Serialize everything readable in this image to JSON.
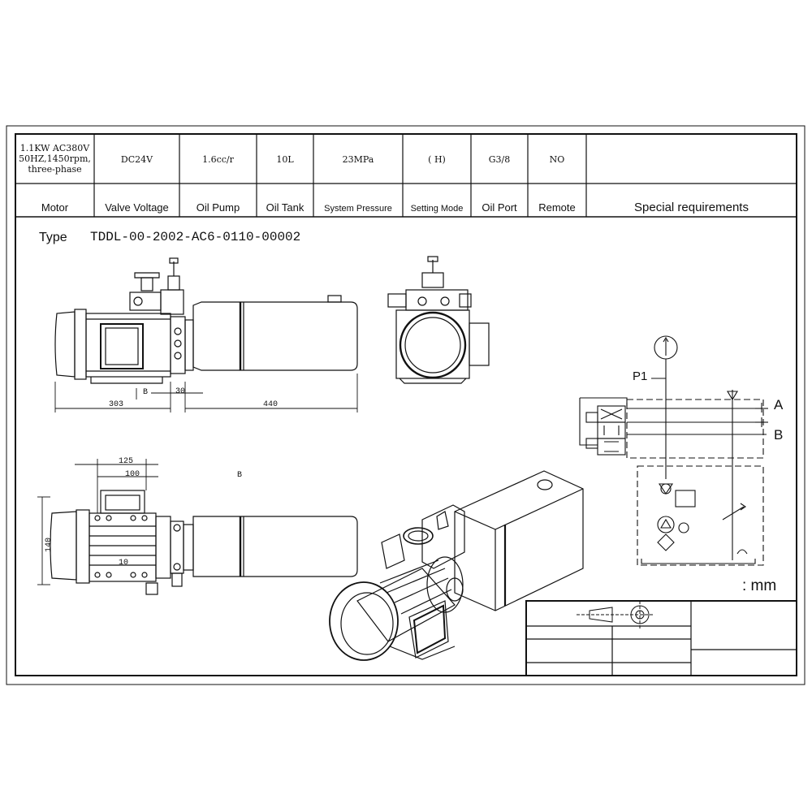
{
  "spec_table": {
    "columns": [
      {
        "header": "Motor",
        "value_lines": [
          "1.1KW AC380V",
          "50HZ,1450rpm,",
          "three-phase"
        ]
      },
      {
        "header": "Valve Voltage",
        "value_lines": [
          "DC24V"
        ]
      },
      {
        "header": "Oil Pump",
        "value_lines": [
          "1.6cc/r"
        ]
      },
      {
        "header": "Oil Tank",
        "value_lines": [
          "10L"
        ]
      },
      {
        "header": "System Pressure",
        "value_lines": [
          "23MPa"
        ]
      },
      {
        "header": "Setting Mode",
        "value_lines": [
          "( H)"
        ]
      },
      {
        "header": "Oil Port",
        "value_lines": [
          "G3/8"
        ]
      },
      {
        "header": "Remote",
        "value_lines": [
          "NO"
        ]
      },
      {
        "header": "Special requirements",
        "value_lines": [
          ""
        ]
      }
    ]
  },
  "type_label": "Type",
  "type_code": "TDDL-00-2002-AC6-0110-00002",
  "dimensions": {
    "side_motor": "303",
    "side_gap": "30",
    "side_tank": "440",
    "view_arrow_b": "B",
    "top_width_125": "125",
    "top_width_100": "100",
    "top_height": "140",
    "top_offset": "10",
    "top_view_label": "B"
  },
  "schematic": {
    "p1": "P1",
    "port_a": "A",
    "port_b": "B"
  },
  "units_label": ": mm"
}
